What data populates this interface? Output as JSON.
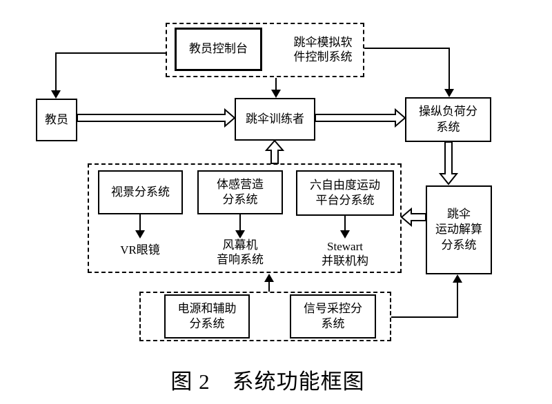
{
  "diagram": {
    "caption": "图 2　系统功能框图",
    "colors": {
      "line": "#000000",
      "background": "#ffffff"
    },
    "nodes": {
      "instructor_console": "教员控制台",
      "software_system": "跳伞模拟软\n件控制系统",
      "instructor": "教员",
      "trainee": "跳伞训练者",
      "control_load": "操纵负荷分\n系统",
      "visual": "视景分系统",
      "somatosensory": "体感营造\n分系统",
      "six_dof": "六自由度运动\n平台分系统",
      "vr_glasses": "VR眼镜",
      "wind_audio": "风幕机\n音响系统",
      "stewart": "Stewart\n并联机构",
      "motion_solver": "跳伞\n运动解算\n分系统",
      "power_aux": "电源和辅助\n分系统",
      "signal_acq": "信号采控分\n系统"
    }
  }
}
